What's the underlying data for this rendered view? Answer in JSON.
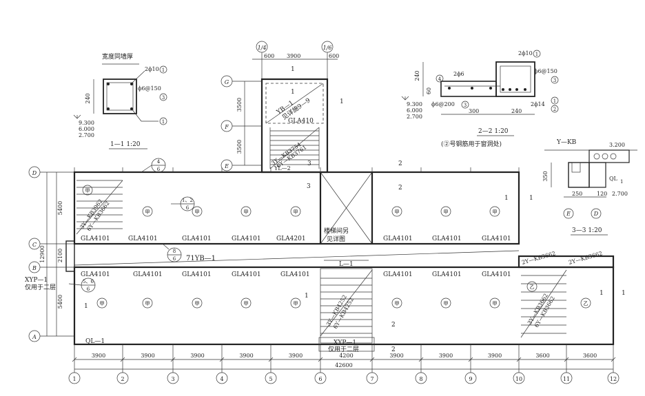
{
  "sec11": {
    "title": "宽度同墙厚",
    "d240": "240",
    "bar_top": "2ϕ10",
    "stirrup": "ϕ6@150",
    "n1": "1",
    "n3": "3",
    "n1b": "1",
    "lv1": "9.300",
    "lv2": "6.000",
    "lv3": "2.700",
    "caption": "1—1 1:20"
  },
  "sec22": {
    "b240": "240",
    "b60": "60",
    "bar_top": "2ϕ10",
    "bar_mid": "2ϕ6",
    "stirrup": "ϕ6@150",
    "stir2": "ϕ6@200",
    "bar_bot": "2ϕ14",
    "n1": "1",
    "n3": "3",
    "n2": "2",
    "n4": "4",
    "n3b": "3",
    "d300": "300",
    "d240": "240",
    "lv1": "9.300",
    "lv2": "6.000",
    "lv3": "2.700",
    "caption": "2—2 1:20",
    "note": "(②号钢筋用于窗洞处)"
  },
  "sec33": {
    "label": "Y—KB",
    "elev_top": "3.200",
    "d350": "350",
    "d250": "250",
    "d120": "120",
    "ql": "QL",
    "ql_sub": "1",
    "elev_bot": "2.700",
    "axisE": "E",
    "axisD": "D",
    "caption": "3—3 1:20"
  },
  "stair": {
    "axisG": "G",
    "axisF": "F",
    "axisE": "E",
    "d3500a": "3500",
    "d3500b": "3500",
    "top_axis1": "1/4",
    "top_axis2": "1/6",
    "d600a": "600",
    "d3900": "3900",
    "d600b": "600",
    "yb": "YB—1",
    "yb_note": "见详施9—9",
    "gla": "GLA410",
    "kb1": "3Y—KB3754",
    "kb2": "6Y—KB3761",
    "yl": "YL—2",
    "s1": "1",
    "s1b": "1",
    "s3": "3",
    "s1c": "1"
  },
  "plan": {
    "axes_rows": [
      "D",
      "C",
      "B",
      "A"
    ],
    "dims_left": [
      "5400",
      "2100",
      "5400"
    ],
    "dim_total_left": "12900",
    "axes_cols": [
      "1",
      "2",
      "3",
      "4",
      "5",
      "6",
      "7",
      "8",
      "9",
      "10",
      "11",
      "12"
    ],
    "dims_bottom": [
      "3900",
      "3900",
      "3900",
      "3900",
      "3900",
      "4200",
      "3900",
      "3900",
      "3900",
      "3600",
      "3600"
    ],
    "dim_total": "42600",
    "room_top": [
      "甲",
      "甲",
      "甲",
      "甲",
      "甲",
      "甲",
      "甲",
      "甲",
      "甲"
    ],
    "room_bottom": [
      "甲",
      "甲",
      "甲",
      "甲",
      "甲",
      "甲",
      "甲",
      "甲",
      "乙",
      "乙"
    ],
    "gla_top": [
      "GLA4101",
      "GLA4101",
      "GLA4101",
      "GLA4101",
      "GLA4201",
      "GLA4101",
      "GLA4101",
      "GLA4101"
    ],
    "gla_bottom": [
      "GLA4101",
      "GLA4101",
      "GLA4101",
      "GLA4101",
      "GLA4101",
      "GLA4101",
      "GLA4101",
      "GLA4101"
    ],
    "stair_note1": "楼梯间另",
    "stair_note2": "见详图",
    "kb_top1": "3Y—KB3962",
    "kb_top2": "6Y—KB3662",
    "kb_mid1": "3Y—KB4252",
    "kb_mid2": "6Y—KB4252",
    "kb_right1": "3Y—KB3662",
    "kb_right2": "6Y—KB3662",
    "kb_r_top1": "2Y—KB3662",
    "kb_r_top2": "2Y—KB3662",
    "yb71": "71YB—1",
    "l1": "L—1",
    "ql1": "QL—1",
    "xyp_left1": "XYP—1",
    "xyp_left2": "仅用于二层",
    "xyp_bot1": "XYP—1",
    "xyp_bot2": "仅用于二层",
    "c46_t": "4",
    "c46_b": "6",
    "c126_t": "1、2",
    "c126_b": "6",
    "c86_t": "8",
    "c86_b": "6",
    "c566_t": "5、6",
    "c566_b": "6",
    "sec_marks": [
      "1",
      "1",
      "1",
      "1",
      "2",
      "2",
      "2",
      "2",
      "3",
      "1",
      "1"
    ]
  }
}
